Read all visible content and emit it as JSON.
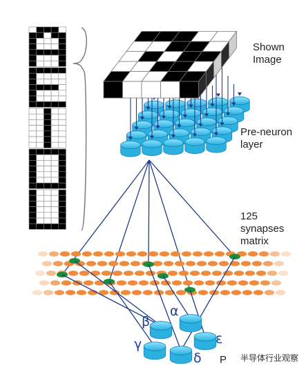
{
  "labels": {
    "shown_image": [
      "Shown",
      "Image"
    ],
    "pre_neuron": [
      "Pre-neuron",
      "layer"
    ],
    "synapses": [
      "125",
      "synapses",
      "matrix"
    ],
    "post_partial": "P",
    "greek": [
      "α",
      "β",
      "γ",
      "δ",
      "ε"
    ]
  },
  "watermark": "半导体行业观察",
  "letter_patterns": {
    "A": [
      "01110",
      "11011",
      "10001",
      "10001",
      "11111",
      "10001",
      "10001"
    ],
    "E": [
      "11111",
      "10000",
      "10000",
      "11110",
      "10000",
      "10000",
      "11111"
    ],
    "I": [
      "00100",
      "00100",
      "00100",
      "00100",
      "00100",
      "00100",
      "00100"
    ],
    "O": [
      "11111",
      "10001",
      "10001",
      "10001",
      "10001",
      "10001",
      "11111"
    ],
    "U": [
      "10001",
      "10001",
      "10001",
      "10001",
      "10001",
      "10001",
      "11111"
    ]
  },
  "cube_pattern": [
    "11100",
    "00110",
    "01011",
    "00110",
    "10011"
  ],
  "colors": {
    "neuron": "#2bb0e0",
    "synapse": "#f08a3c",
    "synapse_active": "#1a8c3a",
    "wire": "#1f3c8a",
    "pixel_on": "#000000",
    "pixel_off": "#ffffff"
  }
}
